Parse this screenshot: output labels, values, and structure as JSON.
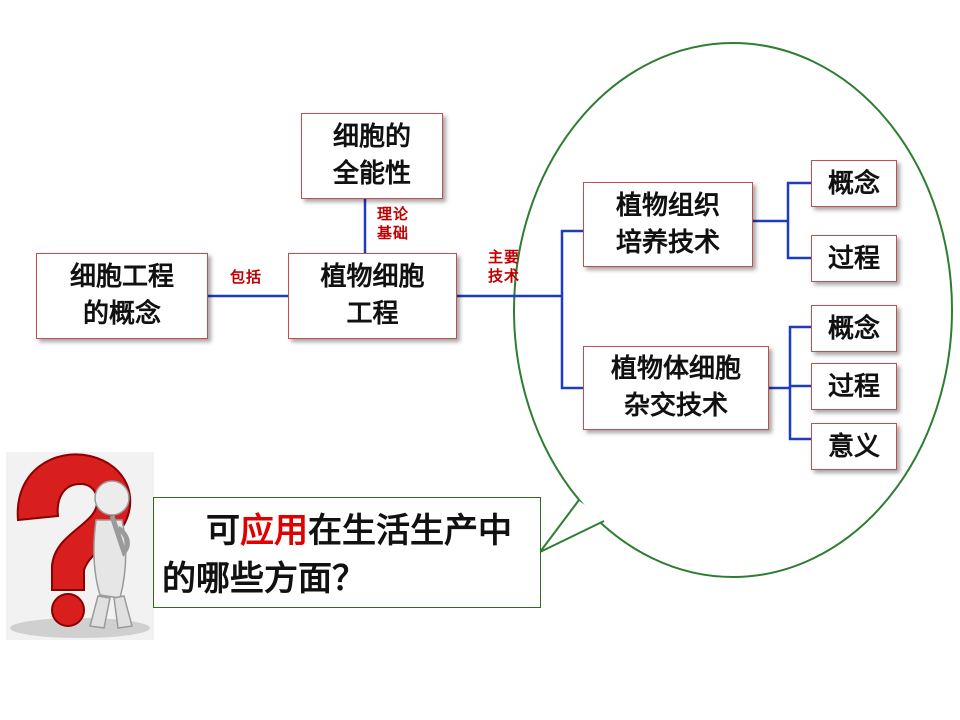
{
  "nodes": {
    "concept": "细胞工程\n的概念",
    "totipotency": "细胞的\n全能性",
    "plant_cell_engineering": "植物细胞\n工程",
    "tissue_culture": "植物组织\n培养技术",
    "hybridization": "植物体细胞\n杂交技术",
    "tc_leaf_1": "概念",
    "tc_leaf_2": "过程",
    "hy_leaf_1": "概念",
    "hy_leaf_2": "过程",
    "hy_leaf_3": "意义"
  },
  "edge_labels": {
    "includes": "包括",
    "theory_basis": "理论\n基础",
    "main_tech": "主要\n技术"
  },
  "question": {
    "part1": "可",
    "highlight": "应用",
    "part2": "在生活生产中的哪些方面？"
  },
  "colors": {
    "box_border": "#c0504d",
    "connector": "#1f3bbf",
    "bubble": "#2e7d32",
    "edge_label": "#c00000",
    "highlight": "#e00000"
  },
  "icons": {
    "question_figure": "thinking-person-question-mark-icon"
  }
}
